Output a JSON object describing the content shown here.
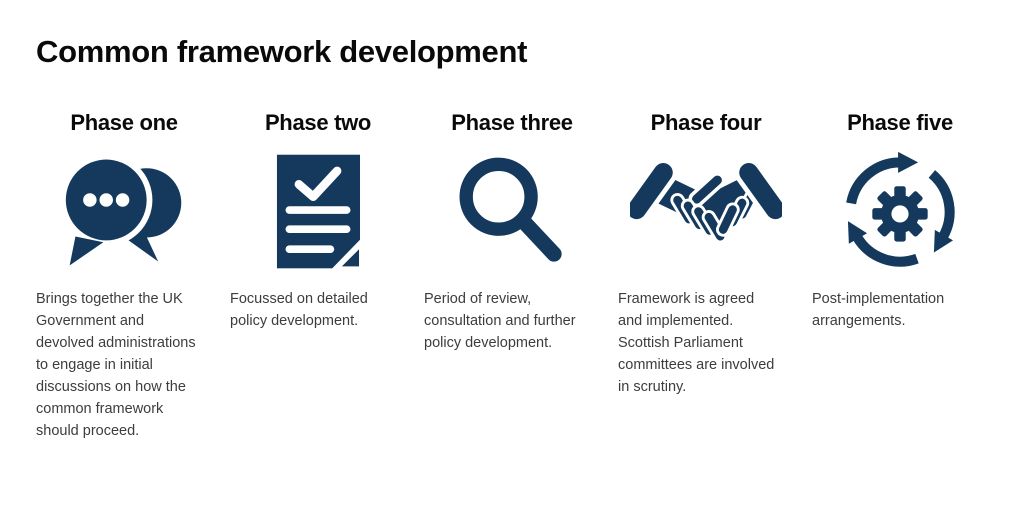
{
  "title": "Common framework development",
  "colors": {
    "icon_navy": "#14395C",
    "heading_text": "#0a0a0a",
    "body_text": "#3d3d3d",
    "background": "#ffffff"
  },
  "phases": [
    {
      "heading": "Phase one",
      "icon": "chat-bubbles-icon",
      "description": "Brings together the UK\nGovernment and\ndevolved administrations\nto engage in initial\ndiscussions on how the\ncommon framework\nshould proceed."
    },
    {
      "heading": "Phase two",
      "icon": "document-checklist-icon",
      "description": "Focussed on detailed\npolicy development."
    },
    {
      "heading": "Phase three",
      "icon": "magnifying-glass-icon",
      "description": "Period of review,\nconsultation and further\npolicy development."
    },
    {
      "heading": "Phase four",
      "icon": "handshake-icon",
      "description": "Framework is agreed\nand implemented.\nScottish Parliament\ncommittees are involved\nin scrutiny."
    },
    {
      "heading": "Phase five",
      "icon": "cycle-gear-icon",
      "description": "Post-implementation\narrangements."
    }
  ]
}
